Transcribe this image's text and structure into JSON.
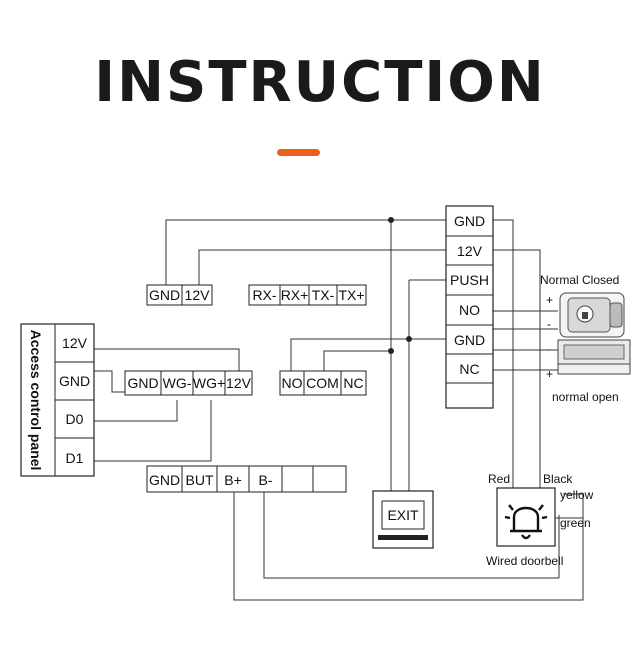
{
  "title": "INSTRUCTION",
  "colors": {
    "accent": "#e8611e",
    "line": "#333333"
  },
  "terminals": {
    "main": [
      "GND",
      "12V",
      "PUSH",
      "NO",
      "GND",
      "NC"
    ],
    "power": [
      "GND",
      "12V"
    ],
    "rs485": [
      "RX-",
      "RX+",
      "TX-",
      "TX+"
    ],
    "wiegand": [
      "GND",
      "WG-",
      "WG+",
      "12V"
    ],
    "relay": [
      "NO",
      "COM",
      "NC"
    ],
    "bell": [
      "GND",
      "BUT",
      "B+",
      "B-"
    ],
    "panel": [
      "12V",
      "GND",
      "D0",
      "D1"
    ]
  },
  "labels": {
    "panel": "Access control panel",
    "exit": "EXIT",
    "normal_closed": "Normal Closed",
    "normal_open": "normal open",
    "red": "Red",
    "black": "Black",
    "yellow": "yellow",
    "green": "green",
    "doorbell": "Wired doorbell",
    "plus": "+",
    "minus": "-"
  },
  "icons": {
    "doorbell": "bell-icon",
    "nc_lock": "electric-lock-icon",
    "no_lock": "drop-bolt-icon"
  }
}
